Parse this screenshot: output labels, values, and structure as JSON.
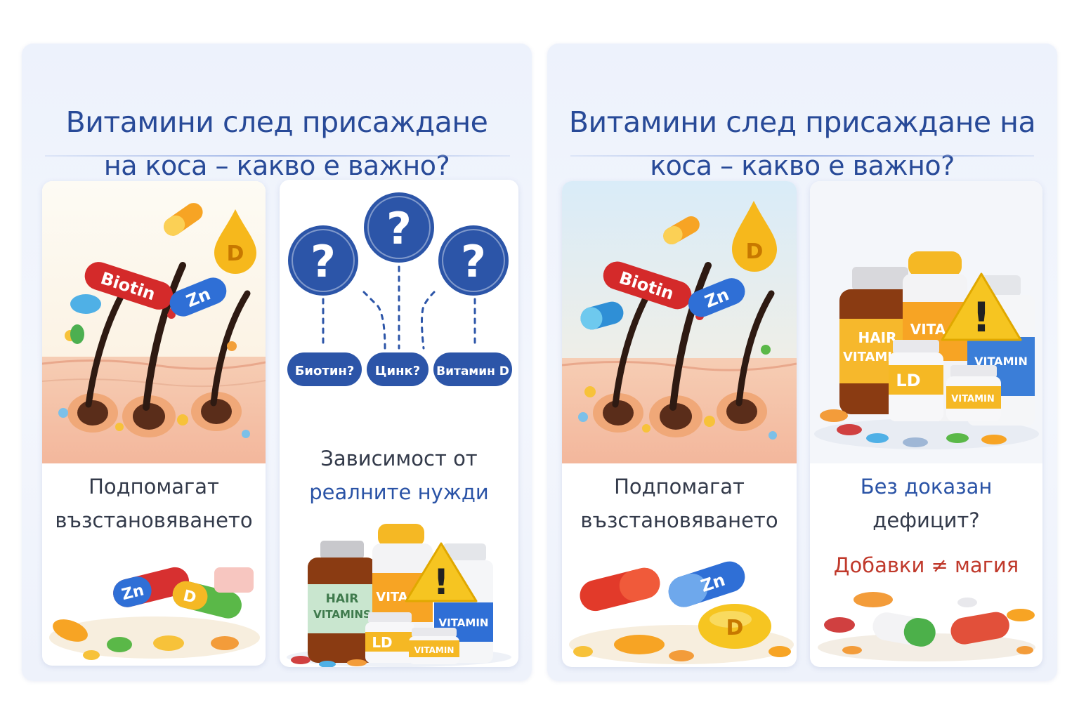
{
  "panels": [
    {
      "title_line1": "Витамини след присаждане",
      "title_line2": "на коса – какво е важно?",
      "card1": {
        "art_labels": {
          "biotin": "Biotin",
          "zinc": "Zn",
          "vitamin_d": "D",
          "zinc_pill": "Zn",
          "d_pill": "D"
        },
        "caption_line1": "Подпомагат",
        "caption_line2": "възстановяването"
      },
      "card2": {
        "question_mark": "?",
        "chips": [
          "Биотин?",
          "Цинк?",
          "Витамин D"
        ],
        "caption_line1": "Зависимост от",
        "caption_line2": "реалните нужди",
        "art_labels": {
          "hair_line1": "HAIR",
          "hair_line2": "VITAMINS",
          "vita": "VITA",
          "vitamin": "VITAMIN",
          "ld": "LD",
          "vitamin_small": "VITAMIN",
          "warning": "!"
        }
      }
    },
    {
      "title_line1": "Витамини след присаждане на",
      "title_line2": "коса – какво е важно?",
      "card1": {
        "art_labels": {
          "biotin": "Biotin",
          "zinc": "Zn",
          "vitamin_d": "D",
          "zinc_pill": "Zn",
          "d_pill": "D"
        },
        "caption_line1": "Подпомагат",
        "caption_line2": "възстановяването"
      },
      "card2": {
        "art_labels": {
          "hair_line1": "HAIR",
          "hair_line2": "VITAMINS",
          "vita": "VITA",
          "vitamin": "VITAMIN",
          "ld": "LD",
          "vitamin_small": "VITAMIN",
          "warning": "!"
        },
        "caption_line1": "Без доказан",
        "caption_line2": "дефицит?",
        "caption_line3": "Добавки ≠ магия"
      }
    }
  ],
  "colors": {
    "title": "#284a98",
    "caption_dark": "#333a4a",
    "caption_blue": "#2a53a6",
    "caption_red": "#c0392b",
    "question_circle": "#2c55a8",
    "warning_yellow": "#f6c521"
  },
  "icons": [
    "question-circle-icon",
    "warning-triangle-icon",
    "biotin-capsule-icon",
    "zinc-capsule-icon",
    "vitamin-d-drop-icon",
    "hair-follicle-icon",
    "supplement-bottle-icon"
  ]
}
